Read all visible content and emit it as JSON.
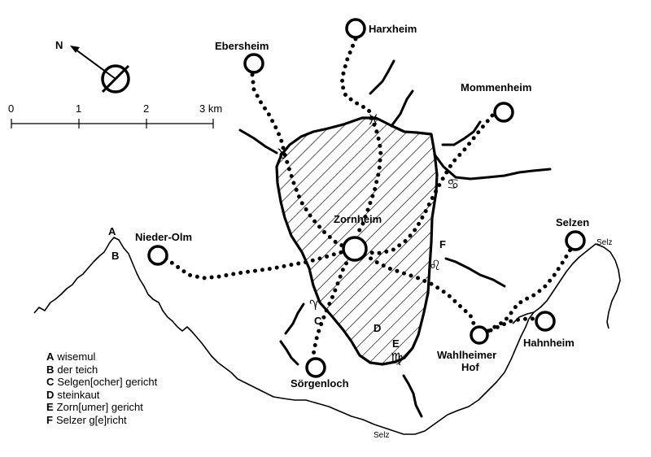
{
  "north_label": "N",
  "scale": {
    "ticks": [
      "0",
      "1",
      "2",
      "3 km"
    ]
  },
  "towns": [
    {
      "name": "Harxheim"
    },
    {
      "name": "Ebersheim"
    },
    {
      "name": "Mommenheim"
    },
    {
      "name": "Nieder-Olm"
    },
    {
      "name": "Zornheim"
    },
    {
      "name": "Selzen"
    },
    {
      "name": "Hahnheim"
    },
    {
      "name_line1": "Wahlheimer",
      "name_line2": "Hof"
    },
    {
      "name": "Sörgenloch"
    }
  ],
  "river_labels": [
    "Selz",
    "Selz"
  ],
  "site_letters": [
    "A",
    "B",
    "C",
    "D",
    "E",
    "F"
  ],
  "symbols": [
    "♓",
    "♉",
    "♋",
    "♌",
    "♈",
    "♍"
  ],
  "legend": [
    {
      "key": "A",
      "text": "wisemul"
    },
    {
      "key": "B",
      "text": "der teich"
    },
    {
      "key": "C",
      "text": "Selgen[ocher] gericht"
    },
    {
      "key": "D",
      "text": "steinkaut"
    },
    {
      "key": "E",
      "text": "Zorn[umer] gericht"
    },
    {
      "key": "F",
      "text": "Selzer g[e]richt"
    }
  ],
  "colors": {
    "ink": "#000000",
    "background": "#ffffff"
  }
}
